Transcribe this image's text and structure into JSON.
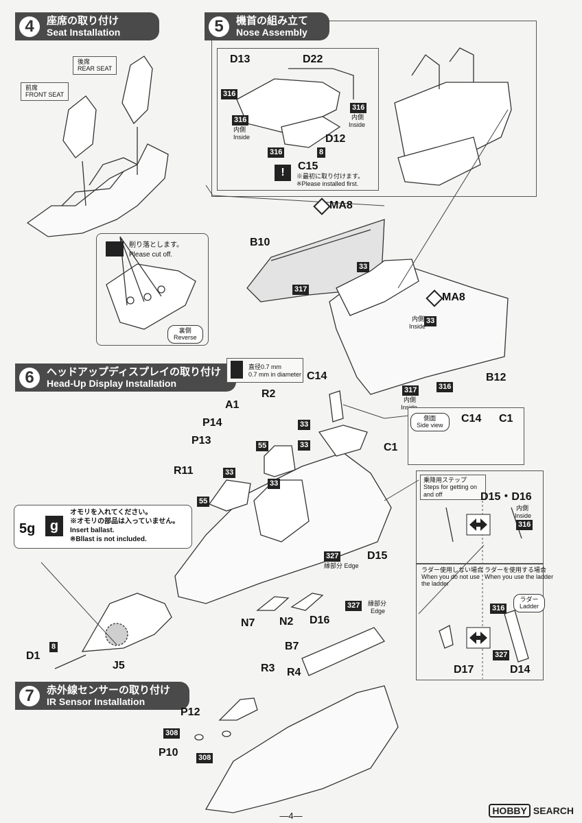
{
  "steps": {
    "s4": {
      "num": "4",
      "jp": "座席の取り付け",
      "en": "Seat Installation"
    },
    "s5": {
      "num": "5",
      "jp": "機首の組み立て",
      "en": "Nose Assembly"
    },
    "s6": {
      "num": "6",
      "jp": "ヘッドアップディスプレイの取り付け",
      "en": "Head-Up Display Installation"
    },
    "s7": {
      "num": "7",
      "jp": "赤外線センサーの取り付け",
      "en": "IR Sensor Installation"
    }
  },
  "seat": {
    "rear_jp": "後席",
    "rear_en": "REAR SEAT",
    "front_jp": "前席",
    "front_en": "FRONT SEAT",
    "cut_jp": "削り落とします。",
    "cut_en": "Please cut off.",
    "reverse_jp": "裏側",
    "reverse_en": "Reverse"
  },
  "nose": {
    "parts": [
      "D13",
      "D22",
      "D12",
      "C15",
      "B10",
      "B12",
      "MA8",
      "MA8"
    ],
    "colors": [
      "316",
      "316",
      "316",
      "316",
      "8",
      "317",
      "317",
      "33",
      "33"
    ],
    "inside_jp": "内側",
    "inside_en": "Inside",
    "first_jp": "※最初に取り付けます。",
    "first_en": "※Please installed first."
  },
  "hud": {
    "drill_jp": "直径0.7 mm",
    "drill_en": "0.7 mm in diameter",
    "parts": [
      "C14",
      "A1",
      "R2",
      "P14",
      "P13",
      "R11",
      "C1",
      "D15",
      "D16",
      "N7",
      "N2",
      "J5",
      "D1",
      "D17",
      "D14",
      "D15・D16"
    ],
    "colors": [
      "33",
      "33",
      "33",
      "33",
      "55",
      "55",
      "316",
      "316",
      "327",
      "327",
      "8"
    ],
    "side_jp": "側面",
    "side_en": "Side view",
    "weight": "5g",
    "weight_icon": "g",
    "ballast_jp1": "オモリを入れてください。",
    "ballast_jp2": "※オモリの部品は入っていません。",
    "ballast_en1": "Insert ballast.",
    "ballast_en2": "※Bllast is not included.",
    "edge_jp": "縁部分",
    "edge_en": "Edge",
    "step_jp": "乗降用ステップ",
    "step_en": "Steps for getting on and off",
    "noladder_jp": "ラダー使用しない場合",
    "noladder_en": "When you do not use the ladder",
    "ladder_jp": "ラダーを使用する場合",
    "ladder_en": "When you use the ladder",
    "ladder_label_jp": "ラダー",
    "ladder_label_en": "Ladder"
  },
  "ir": {
    "parts": [
      "B7",
      "R3",
      "R4",
      "P12",
      "P10"
    ],
    "colors": [
      "308",
      "308"
    ]
  },
  "footer": {
    "page": "—4—",
    "watermark_logo": "HOBBY",
    "watermark_text": "SEARCH"
  }
}
